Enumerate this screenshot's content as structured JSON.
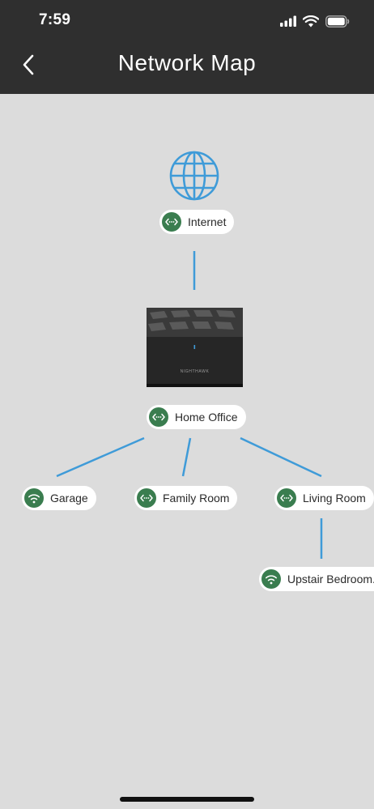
{
  "status_bar": {
    "time": "7:59"
  },
  "header": {
    "title": "Network Map"
  },
  "router": {
    "brand": "NIGHTHAWK"
  },
  "nodes": {
    "internet": "Internet",
    "home_office": "Home Office",
    "garage": "Garage",
    "family_room": "Family Room",
    "living_room": "Living Room",
    "upstair_bedroom": "Upstair Bedroom..."
  },
  "colors": {
    "header_bg": "#2f2f2f",
    "canvas_bg": "#dcdcdc",
    "link_line": "#3f9bd8",
    "badge_green": "#3a7d4f",
    "pill_bg": "#ffffff"
  },
  "icons": {
    "back": "chevron-left-icon",
    "internet_node": "globe-icon",
    "wired_badge": "ethernet-arrows-icon",
    "wireless_badge": "wifi-icon"
  }
}
